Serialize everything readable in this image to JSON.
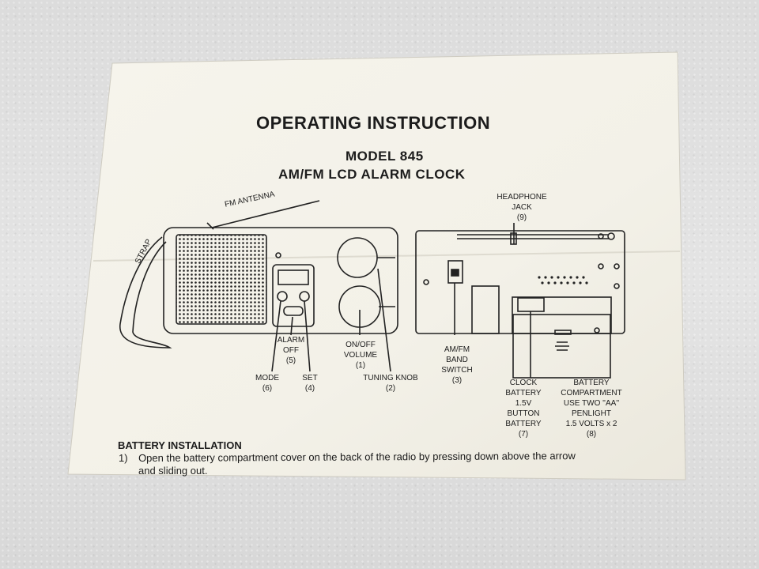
{
  "document": {
    "title": "OPERATING INSTRUCTION",
    "model": "MODEL 845",
    "product": "AM/FM LCD ALARM CLOCK"
  },
  "labels": {
    "fm_antenna": "FM ANTENNA",
    "strap": "STRAP",
    "alarm_off": "ALARM\nOFF\n(5)",
    "on_off_volume": "ON/OFF\nVOLUME\n(1)",
    "mode": "MODE\n(6)",
    "set": "SET\n(4)",
    "tuning_knob": "TUNING KNOB\n(2)",
    "headphone_jack": "HEADPHONE\nJACK\n(9)",
    "am_fm_band_switch": "AM/FM\nBAND\nSWITCH\n(3)",
    "clock_battery": "CLOCK\nBATTERY\n1.5V\nBUTTON\nBATTERY\n(7)",
    "battery_compartment": "BATTERY\nCOMPARTMENT\nUSE TWO ''AA''\nPENLIGHT\n1.5 VOLTS x 2\n(8)"
  },
  "battery_installation": {
    "heading": "BATTERY INSTALLATION",
    "step1_number": "1)",
    "step1_line1": "Open the battery compartment cover on the back of the radio by pressing down above the arrow",
    "step1_line2": "and sliding out."
  }
}
